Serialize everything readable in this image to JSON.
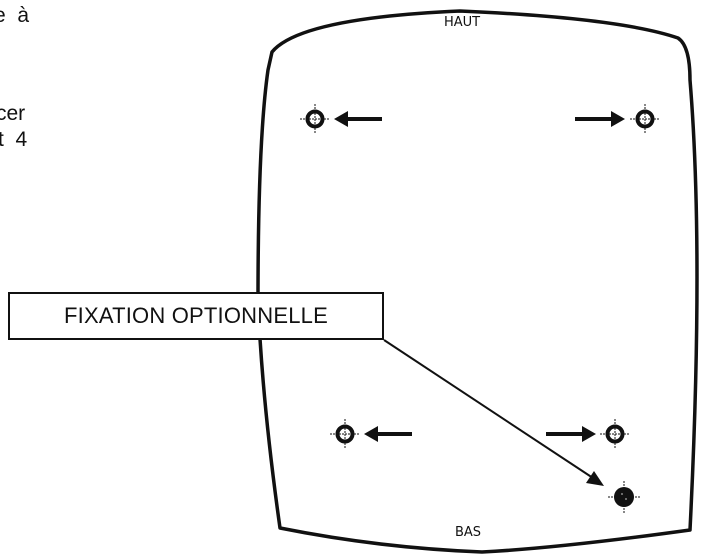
{
  "side_text": {
    "line1": "e  à",
    "line2": "cer",
    "line3": "t  4"
  },
  "casing": {
    "top_label": "HAUT",
    "bottom_label": "BAS"
  },
  "callout": {
    "label": "FIXATION OPTIONNELLE"
  },
  "mounting_holes": [
    {
      "position": "top-left",
      "type": "open",
      "arrow": "left"
    },
    {
      "position": "top-right",
      "type": "open",
      "arrow": "right"
    },
    {
      "position": "bottom-left",
      "type": "open",
      "arrow": "left"
    },
    {
      "position": "bottom-right",
      "type": "open",
      "arrow": "right"
    },
    {
      "position": "optional-bottom-right",
      "type": "filled",
      "arrow": "callout-leader"
    }
  ],
  "colors": {
    "line": "#111111",
    "background": "#ffffff"
  }
}
